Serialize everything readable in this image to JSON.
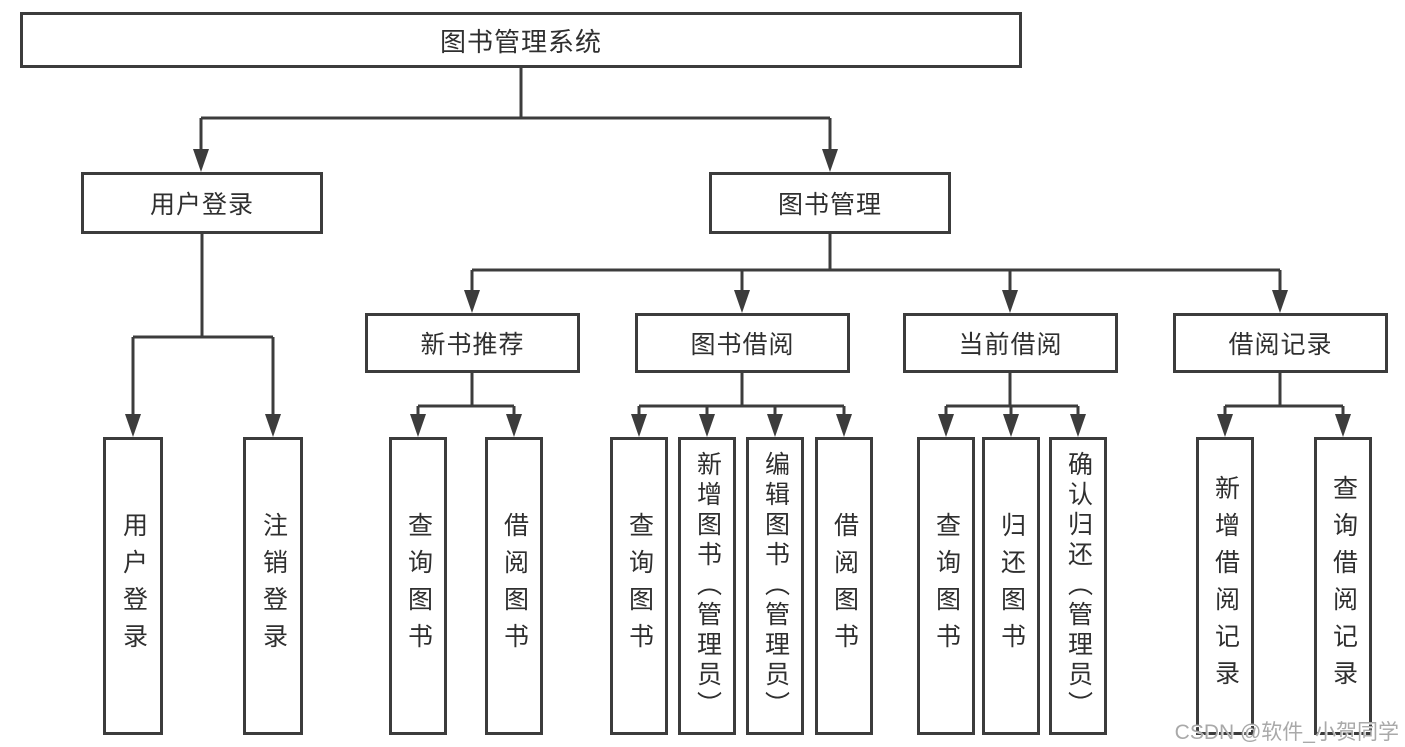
{
  "title": "图书管理系统",
  "watermark": "CSDN @软件_小贺同学",
  "tree": {
    "user_login": {
      "label": "用户登录",
      "children": [
        {
          "label": "用户登录"
        },
        {
          "label": "注销登录"
        }
      ]
    },
    "book_mgmt": {
      "label": "图书管理",
      "groups": [
        {
          "label": "新书推荐",
          "children": [
            {
              "label": "查询图书"
            },
            {
              "label": "借阅图书"
            }
          ]
        },
        {
          "label": "图书借阅",
          "children": [
            {
              "label": "查询图书"
            },
            {
              "label": "新增图书（管理员）"
            },
            {
              "label": "编辑图书（管理员）"
            },
            {
              "label": "借阅图书"
            }
          ]
        },
        {
          "label": "当前借阅",
          "children": [
            {
              "label": "查询图书"
            },
            {
              "label": "归还图书"
            },
            {
              "label": "确认归还（管理员）"
            }
          ]
        },
        {
          "label": "借阅记录",
          "children": [
            {
              "label": "新增借阅记录"
            },
            {
              "label": "查询借阅记录"
            }
          ]
        }
      ]
    }
  }
}
